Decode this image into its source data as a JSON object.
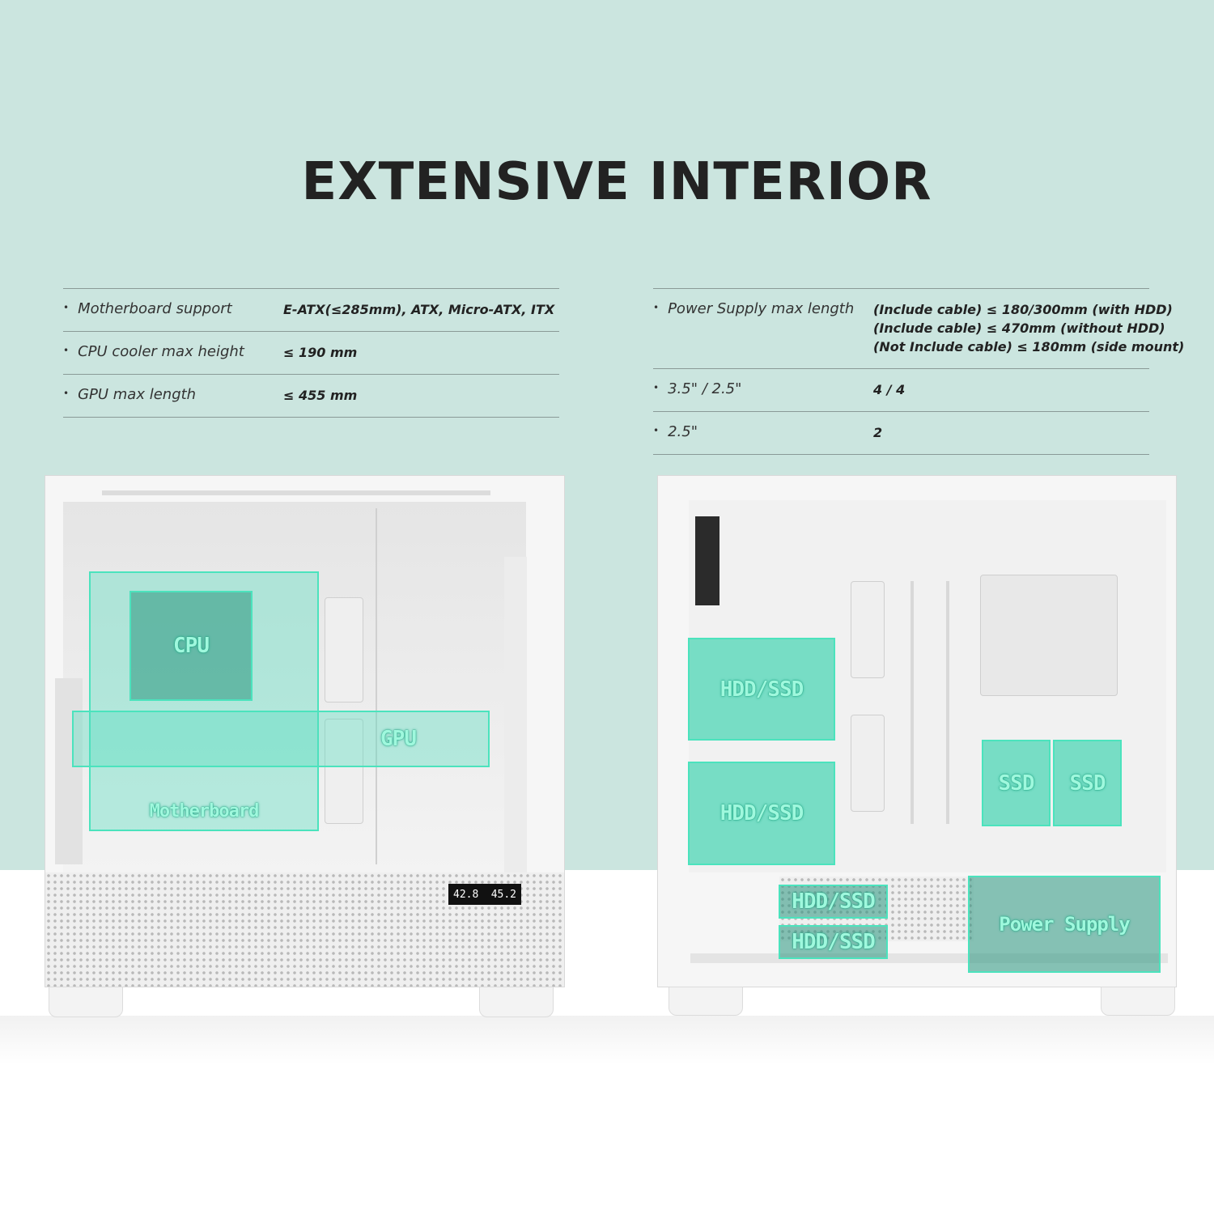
{
  "title": "EXTENSIVE INTERIOR",
  "left_specs": [
    {
      "label": "Motherboard support",
      "value": "E-ATX(≤285mm), ATX, Micro-ATX, ITX"
    },
    {
      "label": "CPU cooler max height",
      "value": "≤ 190 mm"
    },
    {
      "label": "GPU max length",
      "value": "≤ 455 mm"
    }
  ],
  "right_specs": [
    {
      "label": "Power Supply max length",
      "lines": [
        "(Include cable) ≤ 180/300mm (with HDD)",
        "(Include cable) ≤ 470mm (without HDD)",
        "(Not Include cable) ≤ 180mm (side mount)"
      ]
    },
    {
      "label": "3.5\" / 2.5\"",
      "value": "4 / 4"
    },
    {
      "label": "2.5\"",
      "value": "2"
    }
  ],
  "front_case": {
    "labels": {
      "cpu": "CPU",
      "gpu": "GPU",
      "motherboard": "Motherboard"
    },
    "display": {
      "left": "42.8",
      "right": "45.2"
    }
  },
  "back_case": {
    "labels": {
      "hdd_ssd_1": "HDD/SSD",
      "hdd_ssd_2": "HDD/SSD",
      "hdd_ssd_3": "HDD/SSD",
      "hdd_ssd_4": "HDD/SSD",
      "ssd_1": "SSD",
      "ssd_2": "SSD",
      "power_supply": "Power Supply"
    }
  },
  "colors": {
    "background": "#cbe5df",
    "accent": "#4be3bd",
    "label": "#9ff8dd",
    "text": "#222222"
  }
}
